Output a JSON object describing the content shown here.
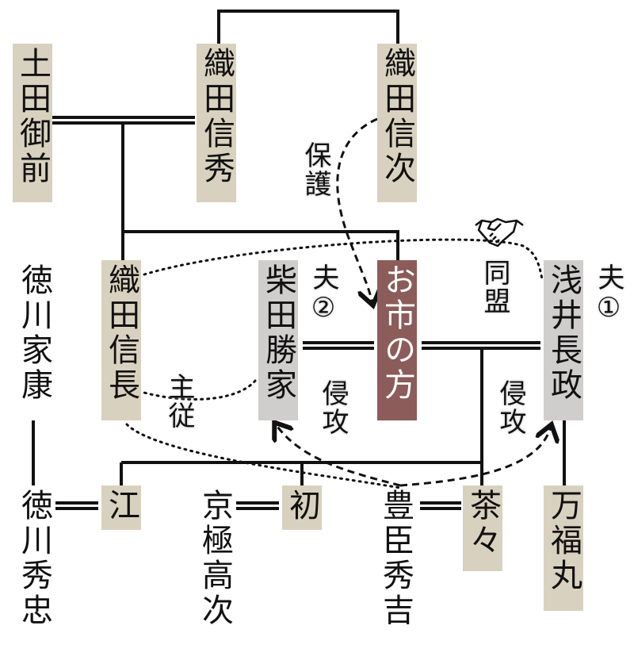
{
  "people": {
    "tsuchida": "土田御前",
    "nobuhide": "織田信秀",
    "nobutsugu": "織田信次",
    "nobunaga": "織田信長",
    "katsuie": "柴田勝家",
    "oichi": "お市の方",
    "nagamasa": "浅井長政",
    "ieyasu": "徳川家康",
    "hidetada": "徳川秀忠",
    "go": "江",
    "takatsugu": "京極高次",
    "hatsu": "初",
    "hideyoshi": "豊臣秀吉",
    "chacha": "茶々",
    "manpukumaru": "万福丸"
  },
  "labels": {
    "protect": "保護",
    "husband2": "夫②",
    "alliance": "同盟",
    "husband1": "夫①",
    "master_servant": "主従",
    "invade1": "侵攻",
    "invade2": "侵攻"
  },
  "icons": {
    "alliance": "handshake-icon"
  },
  "colors": {
    "tan": "#d9d1bf",
    "grey": "#d0cdcd",
    "maroon": "#8b5c5a"
  }
}
